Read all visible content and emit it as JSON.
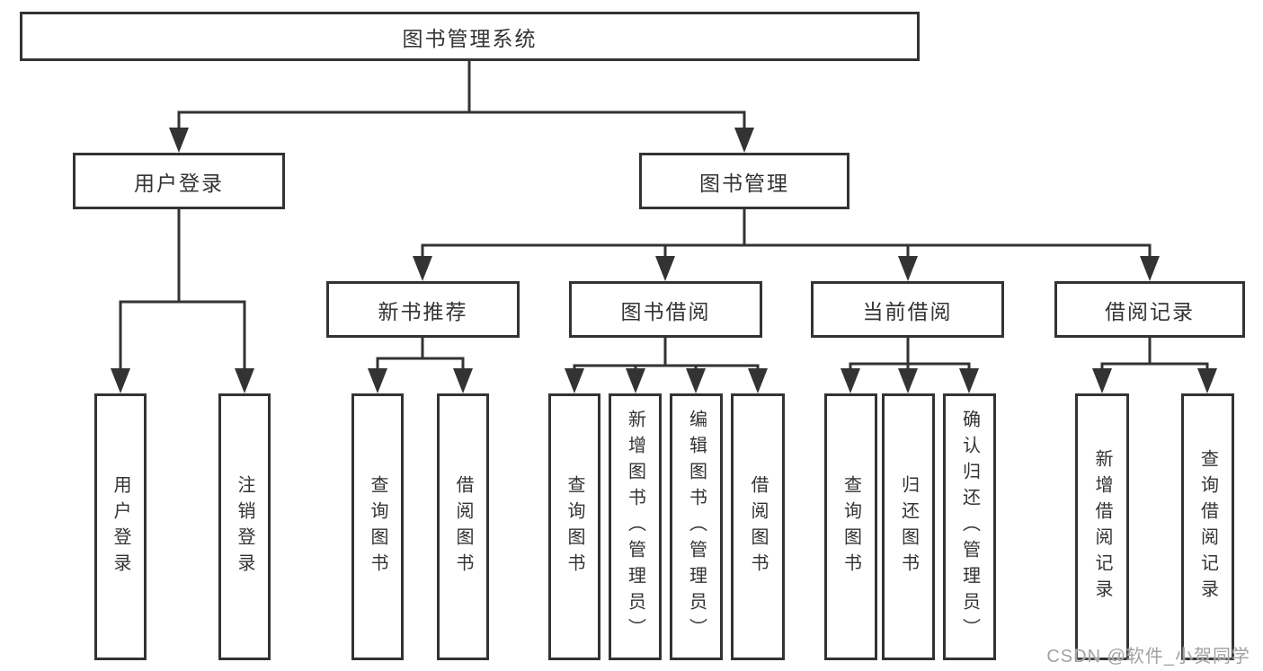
{
  "diagram": {
    "colors": {
      "background": "#ffffff",
      "line": "#333333",
      "box_fill": "#ffffff",
      "watermark": "#a2a2a2"
    },
    "root": {
      "label": "图书管理系统"
    },
    "branches": [
      {
        "label": "用户登录",
        "children": [
          "用户登录",
          "注销登录"
        ]
      },
      {
        "label": "图书管理",
        "children": [
          {
            "label": "新书推荐",
            "children": [
              "查询图书",
              "借阅图书"
            ]
          },
          {
            "label": "图书借阅",
            "children": [
              "查询图书",
              "新增图书（管理员）",
              "编辑图书（管理员）",
              "借阅图书"
            ]
          },
          {
            "label": "当前借阅",
            "children": [
              "查询图书",
              "归还图书",
              "确认归还（管理员）"
            ]
          },
          {
            "label": "借阅记录",
            "children": [
              "新增借阅记录",
              "查询借阅记录"
            ]
          }
        ]
      }
    ],
    "watermark": "CSDN @软件_小贺同学"
  }
}
